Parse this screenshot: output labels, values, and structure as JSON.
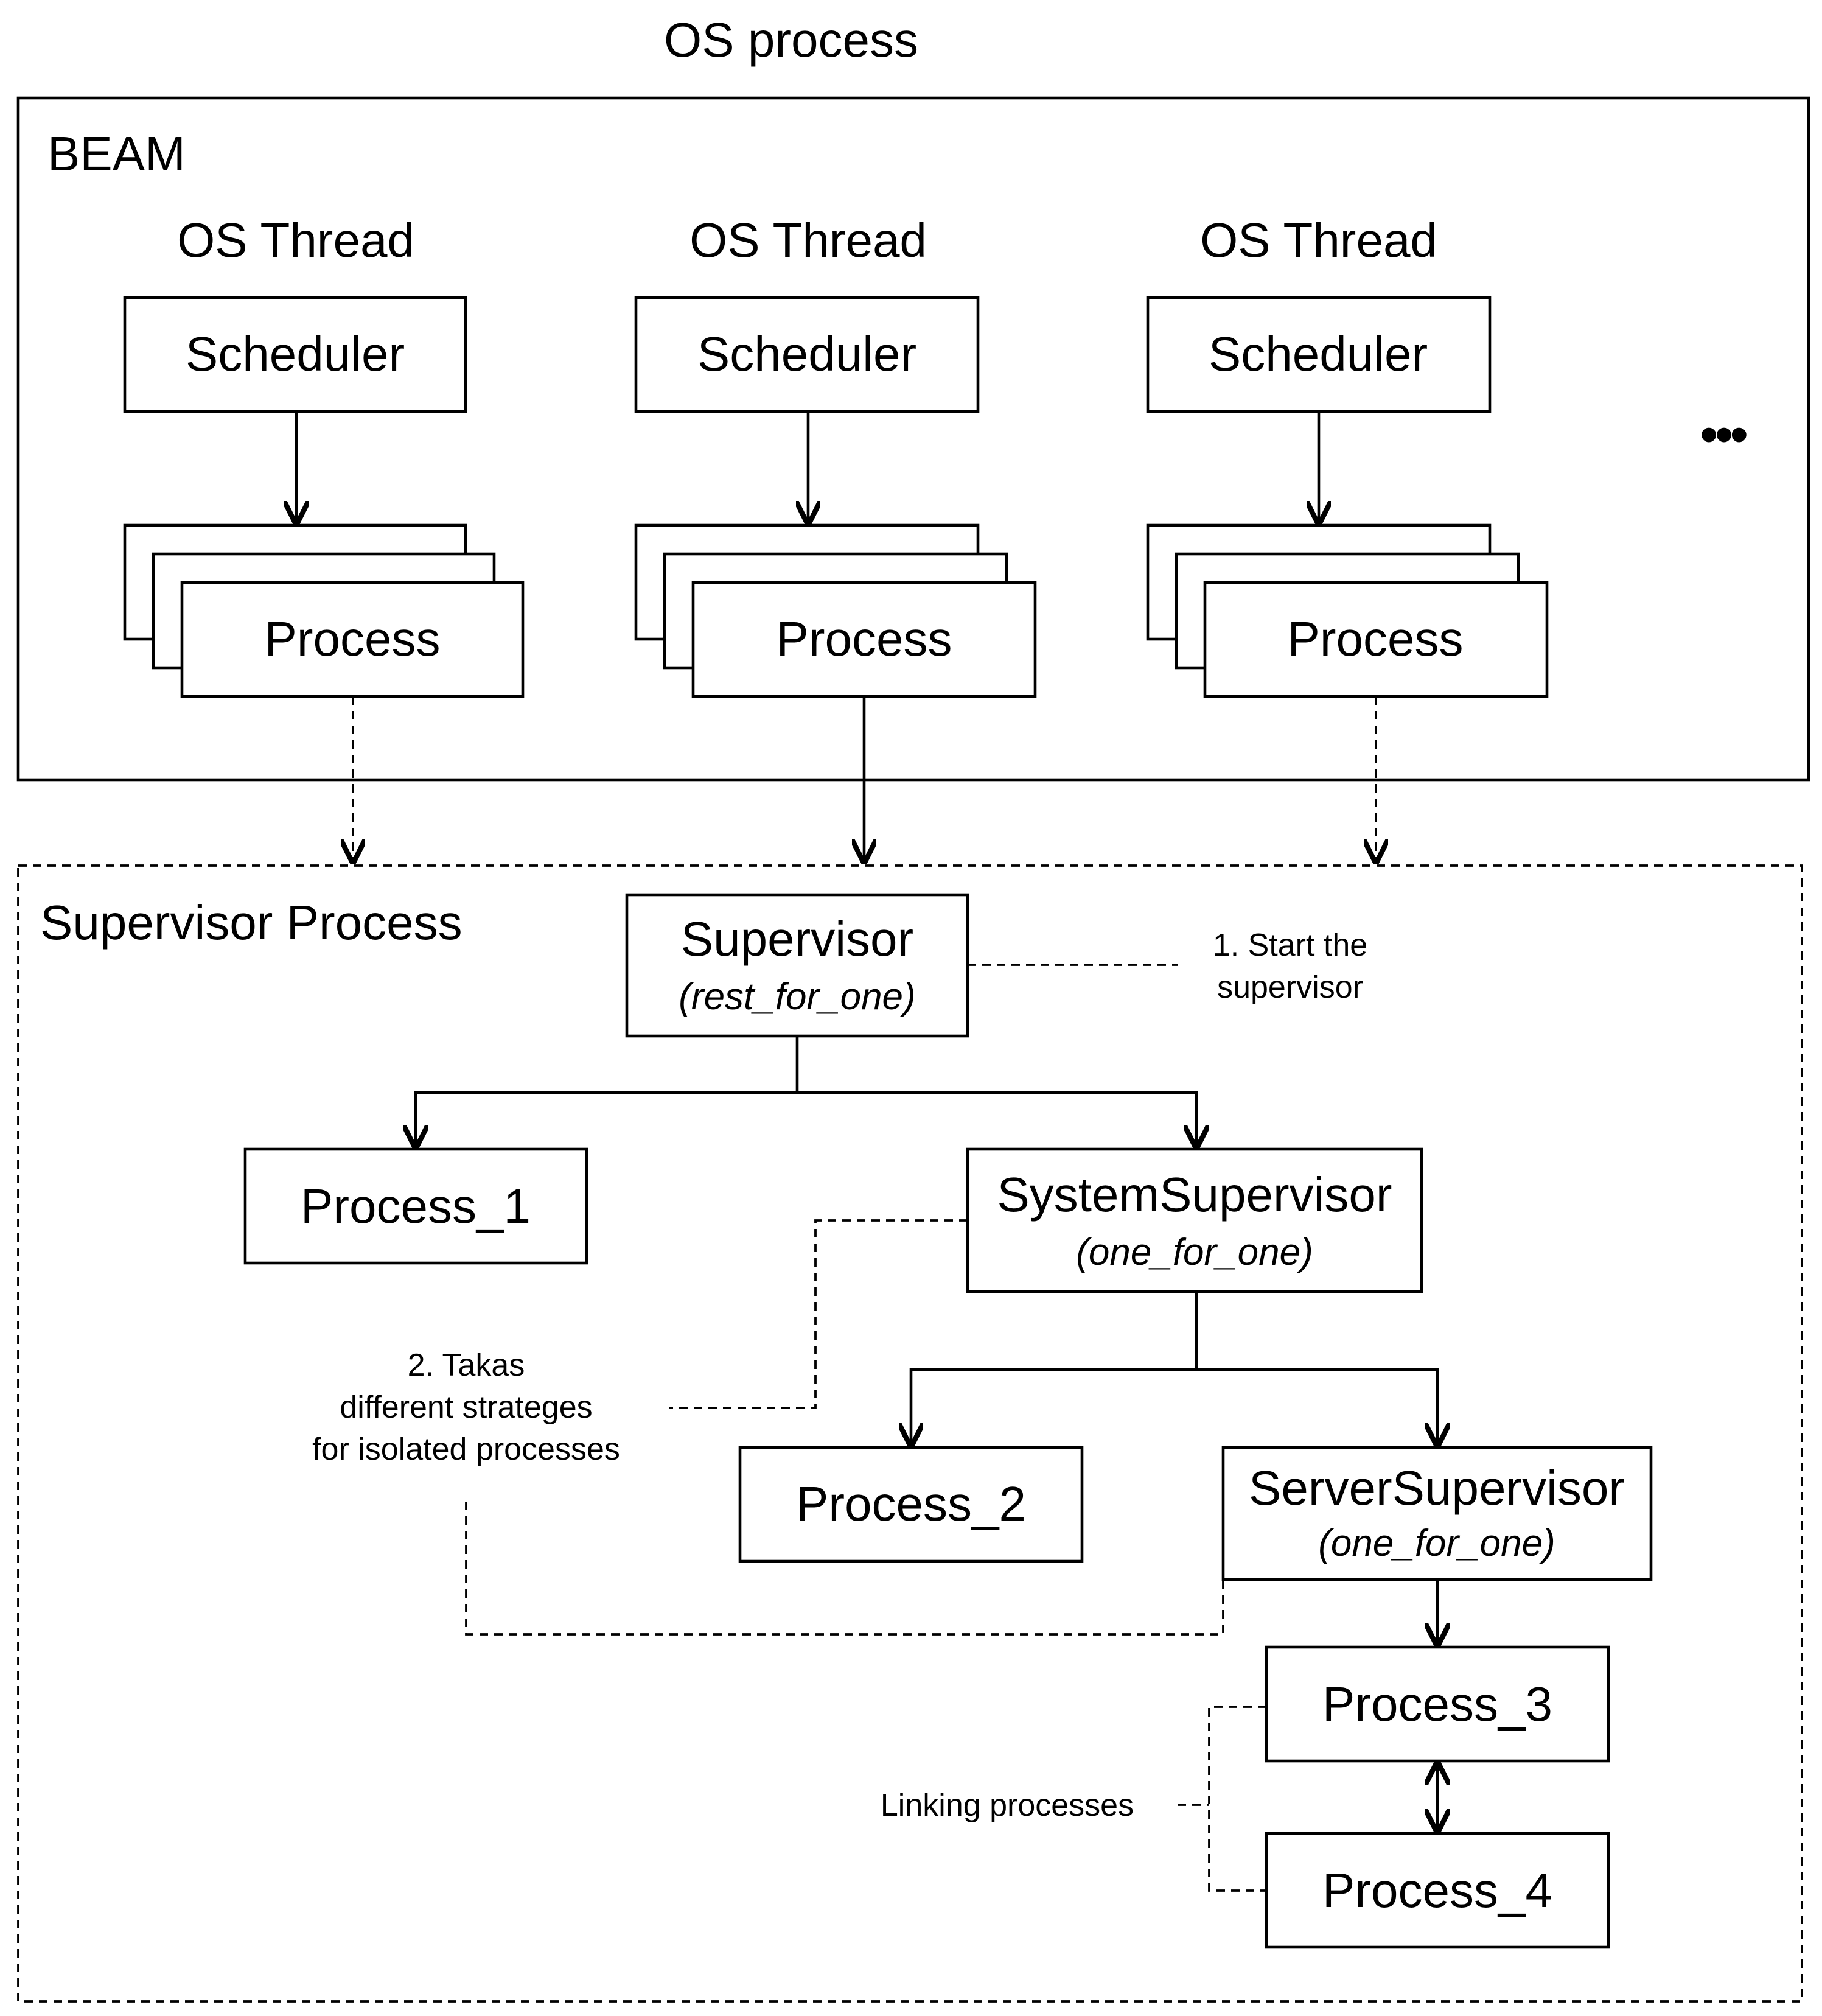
{
  "os_process_label": "OS process",
  "beam": {
    "label": "BEAM",
    "threads": [
      {
        "thread_label": "OS Thread",
        "scheduler_label": "Scheduler",
        "process_label": "Process"
      },
      {
        "thread_label": "OS Thread",
        "scheduler_label": "Scheduler",
        "process_label": "Process"
      },
      {
        "thread_label": "OS Thread",
        "scheduler_label": "Scheduler",
        "process_label": "Process"
      }
    ],
    "more_label": "•••"
  },
  "supervisor_process": {
    "label": "Supervisor Process",
    "supervisor": {
      "name": "Supervisor",
      "strategy": "(rest_for_one)"
    },
    "process_1": "Process_1",
    "system_supervisor": {
      "name": "SystemSupervisor",
      "strategy": "(one_for_one)"
    },
    "process_2": "Process_2",
    "server_supervisor": {
      "name": "ServerSupervisor",
      "strategy": "(one_for_one)"
    },
    "process_3": "Process_3",
    "process_4": "Process_4"
  },
  "notes": {
    "start_supervisor": [
      "1. Start the",
      "supervisor"
    ],
    "strategies": [
      "2. Takas",
      "different strateges",
      "for isolated processes"
    ],
    "linking": "Linking processes"
  }
}
